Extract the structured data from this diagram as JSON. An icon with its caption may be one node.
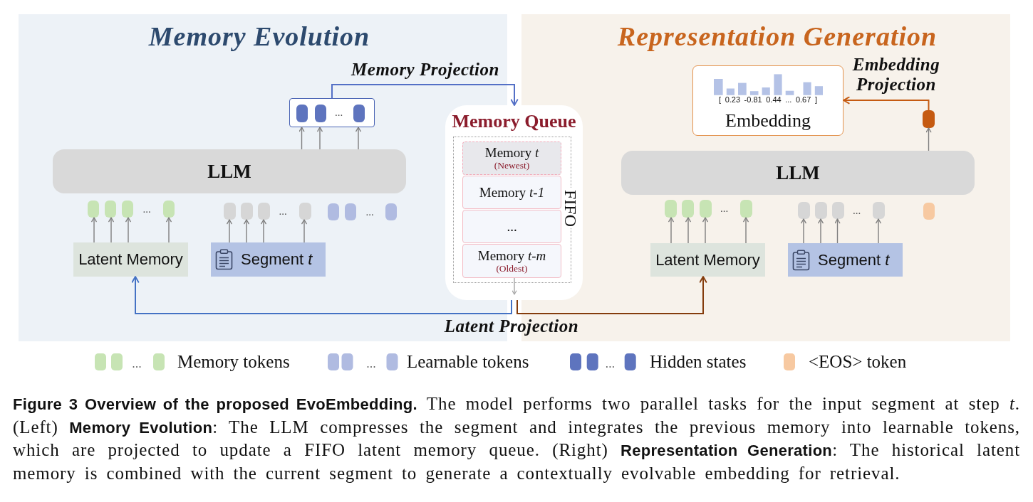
{
  "diagram": {
    "caption": "**Figure 3 Overview of the proposed EvoEmbedding.** The model performs two parallel tasks for the input segment at step *t*. (Left) **Memory Evolution**: The LLM compresses the segment and integrates the previous memory into learnable tokens, which are projected to update a FIFO latent memory queue. (Right) **Representation Generation**: The historical latent memory is combined with the current segment to generate a contextually evolvable embedding for retrieval.",
    "nodes": [
      {
        "text": [
          "Memory Evolution"
        ]
      },
      {
        "text": [
          "..."
        ],
        "in": 0
      },
      {
        "text": [
          "LLM"
        ],
        "in": 0
      },
      {
        "text": [
          "..."
        ],
        "in": 0
      },
      {
        "text": [
          "..."
        ],
        "in": 0
      },
      {
        "text": [
          "..."
        ],
        "in": 0
      },
      {
        "text": [
          "Latent Memory"
        ],
        "in": 0
      },
      {
        "text": [
          "Segment *t*"
        ],
        "in": 0
      },
      {
        "text": [
          "Memory Queue"
        ]
      },
      {
        "text": [
          "FIFO"
        ],
        "in": 8
      },
      {
        "text": [
          "Memory *t*",
          "(Newest)"
        ],
        "in": 9
      },
      {
        "text": [
          "Memory *t-1*"
        ],
        "in": 9
      },
      {
        "text": [
          "..."
        ],
        "in": 9
      },
      {
        "text": [
          "Memory *t-m*",
          "(Oldest)"
        ],
        "in": 9
      },
      {
        "text": [
          "Representation Generation"
        ]
      },
      {
        "text": [
          "[ 0.23 -0.81 0.44 ... 0.67 ]",
          "Embedding"
        ],
        "in": 14
      },
      {
        "text": [],
        "shape": "box",
        "in": 14
      },
      {
        "text": [
          "LLM"
        ],
        "in": 14
      },
      {
        "text": [
          "..."
        ],
        "in": 14
      },
      {
        "text": [
          "..."
        ],
        "in": 14
      },
      {
        "text": [],
        "shape": "box",
        "in": 14
      },
      {
        "text": [
          "Latent Memory"
        ],
        "in": 14
      },
      {
        "text": [
          "Segment *t*"
        ],
        "in": 14
      }
    ],
    "edges": [
      {
        "from": 1,
        "to": 8,
        "arrow": "to",
        "label": "Memory Projection",
        "color": "#5470c6"
      },
      {
        "from": 2,
        "to": 1,
        "arrow": "to"
      },
      {
        "from": 2,
        "to": 1,
        "arrow": "to"
      },
      {
        "from": 2,
        "to": 1,
        "arrow": "to"
      },
      {
        "from": 6,
        "to": 3,
        "arrow": "to"
      },
      {
        "from": 6,
        "to": 3,
        "arrow": "to"
      },
      {
        "from": 6,
        "to": 3,
        "arrow": "to"
      },
      {
        "from": 6,
        "to": 3,
        "arrow": "to"
      },
      {
        "from": 7,
        "to": 4,
        "arrow": "to"
      },
      {
        "from": 7,
        "to": 4,
        "arrow": "to"
      },
      {
        "from": 7,
        "to": 4,
        "arrow": "to"
      },
      {
        "from": 7,
        "to": 4,
        "arrow": "to"
      },
      {
        "from": 13,
        "to": null,
        "arrow": "to",
        "color": "#a6a6a6"
      },
      {
        "from": 8,
        "to": 6,
        "arrow": "to",
        "color": "#4472c4"
      },
      {
        "from": 8,
        "to": 21,
        "arrow": "to",
        "color": "#843c0c"
      },
      {
        "from": 16,
        "to": 15,
        "arrow": "to",
        "label": "Embedding Projection",
        "color": "#c55a11"
      },
      {
        "from": 17,
        "to": 16,
        "arrow": "to"
      },
      {
        "from": 21,
        "to": 18,
        "arrow": "to"
      },
      {
        "from": 21,
        "to": 18,
        "arrow": "to"
      },
      {
        "from": 21,
        "to": 18,
        "arrow": "to"
      },
      {
        "from": 21,
        "to": 18,
        "arrow": "to"
      },
      {
        "from": 22,
        "to": 19,
        "arrow": "to"
      },
      {
        "from": 22,
        "to": 19,
        "arrow": "to"
      },
      {
        "from": 22,
        "to": 19,
        "arrow": "to"
      },
      {
        "from": 22,
        "to": 19,
        "arrow": "to"
      }
    ],
    "labels": [
      "Latent Projection"
    ],
    "legend": [
      {
        "text": "Memory tokens",
        "color": "#c7e4b4"
      },
      {
        "text": "Learnable tokens",
        "color": "#b0bbe1"
      },
      {
        "text": "Hidden states",
        "color": "#5e74be"
      },
      {
        "text": "<EOS> token",
        "color": "#f7c9a1"
      }
    ]
  }
}
